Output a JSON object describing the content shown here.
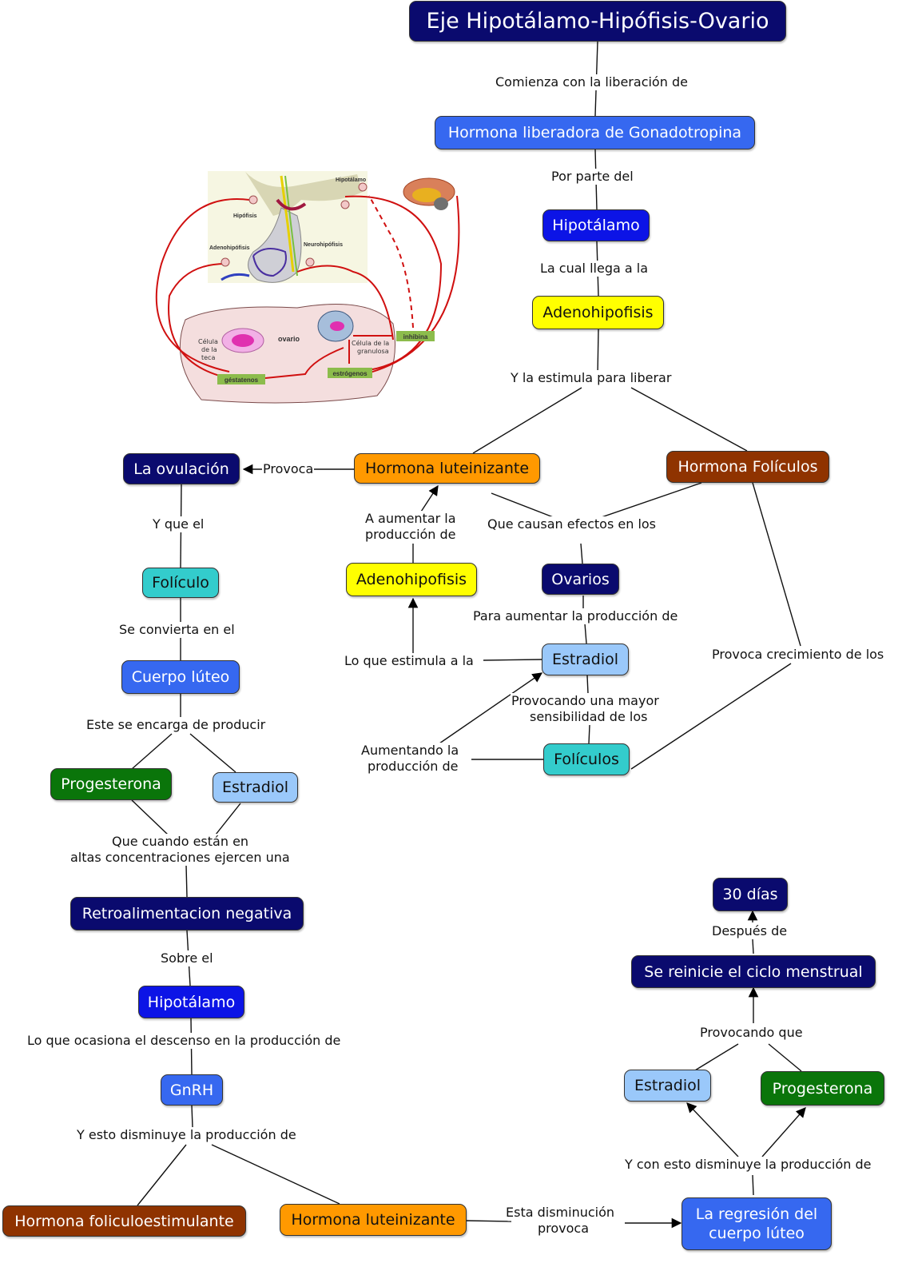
{
  "title": "Eje Hipotálamo-Hipófisis-Ovario",
  "nodes": {
    "gnrh_full": "Hormona liberadora de Gonadotropina",
    "hipotalamo_top": "Hipotálamo",
    "adenohipofisis_top": "Adenohipofisis",
    "lh_top": "Hormona luteinizante",
    "fsh_top": "Hormona Folículos",
    "ovulacion": "La ovulación",
    "foliculo": "Folículo",
    "cuerpo_luteo": "Cuerpo lúteo",
    "progesterona_left": "Progesterona",
    "estradiol_left": "Estradiol",
    "retro": "Retroalimentacion negativa",
    "hipotalamo_bottom": "Hipotálamo",
    "gnrh": "GnRH",
    "fsh_bottom": "Hormona foliculoestimulante",
    "lh_bottom": "Hormona luteinizante",
    "adenohipofisis_mid": "Adenohipofisis",
    "ovarios": "Ovarios",
    "estradiol_mid": "Estradiol",
    "foliculos_mid": "Folículos",
    "dias30": "30 días",
    "reinicie": "Se reinicie el ciclo menstrual",
    "estradiol_right": "Estradiol",
    "progesterona_right": "Progesterona",
    "regresion": "La regresión del cuerpo lúteo"
  },
  "links": {
    "comienza": "Comienza con la liberación de",
    "por_parte": "Por parte del",
    "la_cual": "La cual llega a la",
    "estimula": "Y la estimula para liberar",
    "provoca": "Provoca",
    "y_que_el": "Y que el",
    "se_convierta": "Se convierta en el",
    "este_se": "Este se encarga de producir",
    "que_cuando_1": "Que cuando están en",
    "que_cuando_2": "altas concentraciones ejercen una",
    "sobre_el": "Sobre el",
    "lo_que_ocasiona": "Lo que ocasiona el descenso en la producción de",
    "y_esto": "Y esto disminuye la producción de",
    "a_aumentar_1": "A aumentar la",
    "a_aumentar_2": "producción de",
    "que_causan": "Que causan efectos en los",
    "para_aumentar": "Para aumentar la producción de",
    "lo_que_estimula": "Lo que estimula a la",
    "provocando_mayor_1": "Provocando una mayor",
    "provocando_mayor_2": "sensibilidad de los",
    "aumentando_1": "Aumentando la",
    "aumentando_2": "producción de",
    "provoca_crecimiento": "Provoca crecimiento de los",
    "despues_de": "Después de",
    "provocando_que": "Provocando que",
    "y_con_esto": "Y con esto disminuye la producción de",
    "esta_disminucion_1": "Esta disminución",
    "esta_disminucion_2": "provoca"
  },
  "illustration": {
    "labels": {
      "hipotalamo": "Hipotálamo",
      "hipofisis": "Hipófisis",
      "adenohipofisis": "Adenohipófisis",
      "neurohipofisis": "Neurohipófisis",
      "ovario": "ovario",
      "celula_teca": [
        "Célula",
        "de la",
        "teca"
      ],
      "celula_granulosa": [
        "Célula de la",
        "granulosa"
      ],
      "inhibina": "inhibina",
      "estrogenos": "estrógenos",
      "gestagenos": "géstatenos",
      "minus": "-"
    }
  }
}
